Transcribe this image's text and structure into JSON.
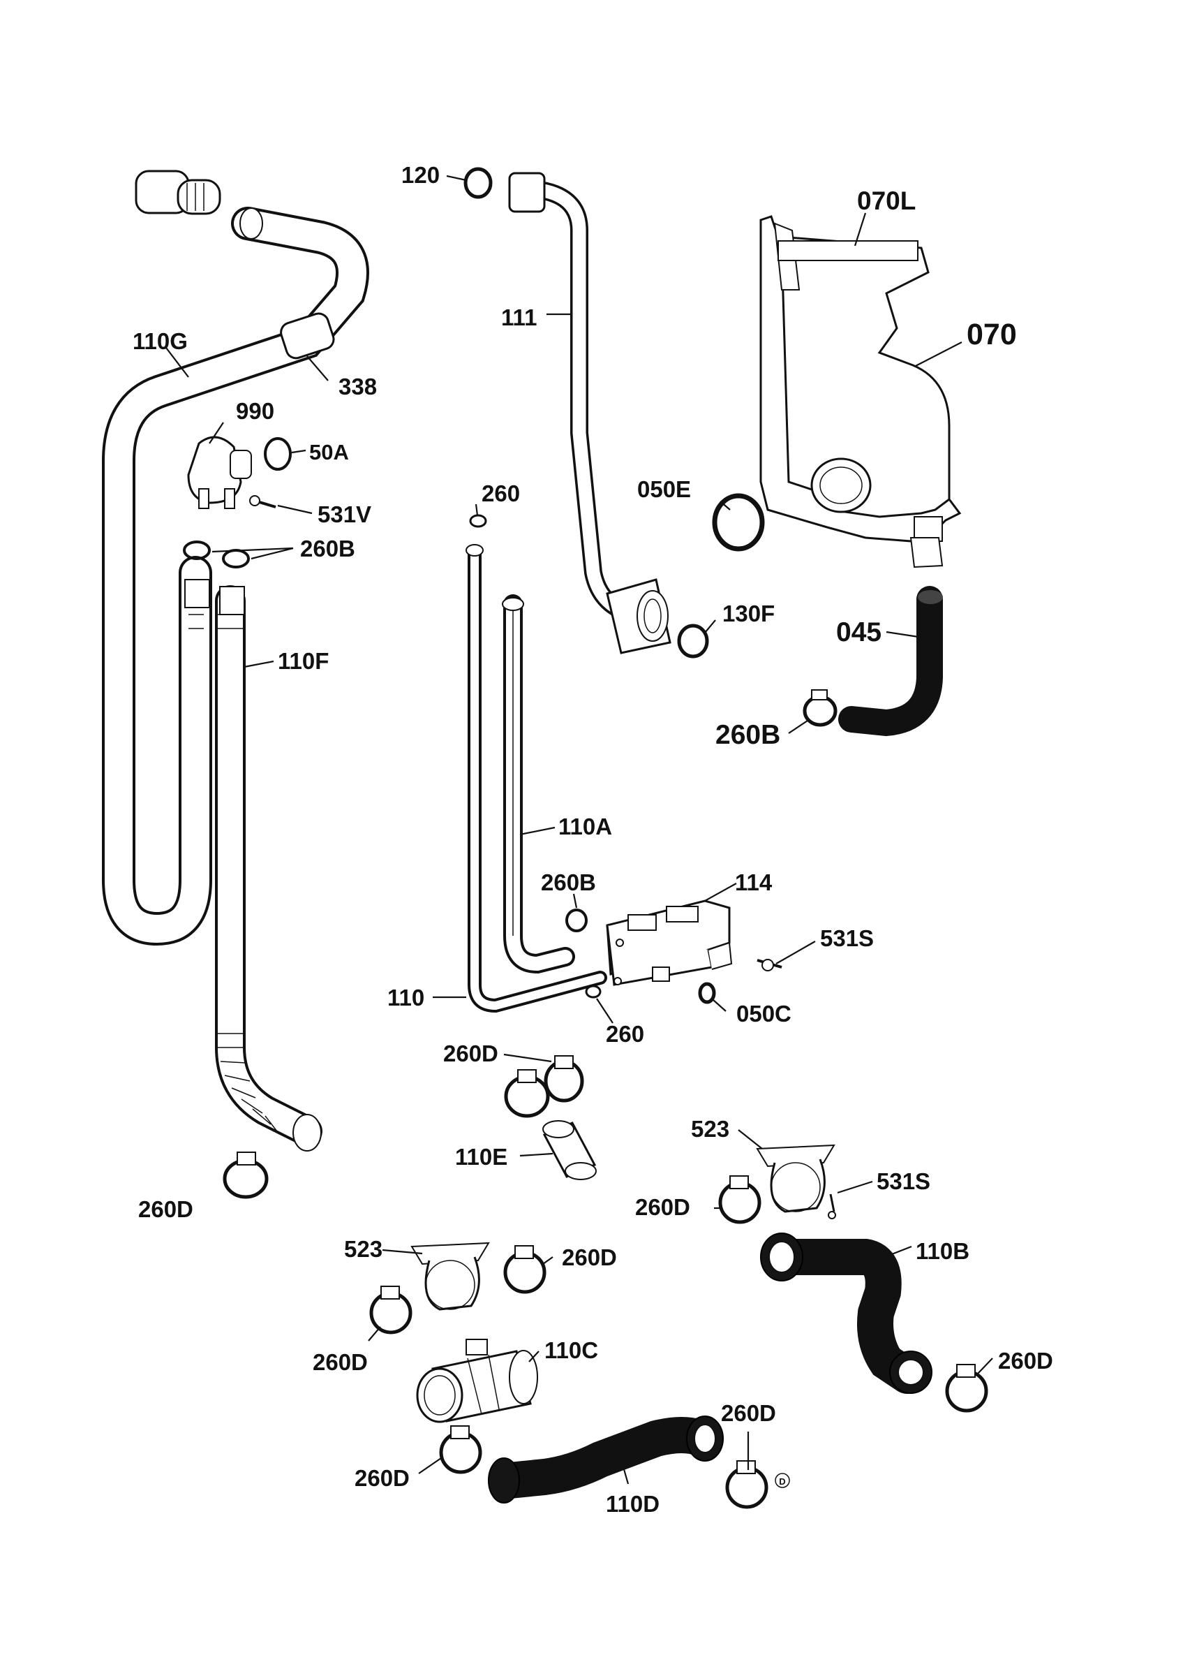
{
  "diagram": {
    "labels": {
      "p120": "120",
      "p070L": "070L",
      "p111": "111",
      "p070": "070",
      "p110G": "110G",
      "p338": "338",
      "p990": "990",
      "p50A": "50A",
      "p531V": "531V",
      "p260_top": "260",
      "p050E": "050E",
      "p260B_left": "260B",
      "p130F": "130F",
      "p045": "045",
      "p110F": "110F",
      "p260B_right": "260B",
      "p110A": "110A",
      "p260B_mid": "260B",
      "p114": "114",
      "p531S_top": "531S",
      "p110": "110",
      "p050C": "050C",
      "p260_mid": "260",
      "p260D_a": "260D",
      "p110E": "110E",
      "p523_right": "523",
      "p531S_bottom": "531S",
      "p260D_left": "260D",
      "p260D_b": "260D",
      "p523_left": "523",
      "p260D_c": "260D",
      "p110B": "110B",
      "p260D_d": "260D",
      "p110C": "110C",
      "p260D_e": "260D",
      "p260D_f": "260D",
      "p260D_g": "260D",
      "p110D": "110D",
      "mark_D": "D"
    }
  }
}
